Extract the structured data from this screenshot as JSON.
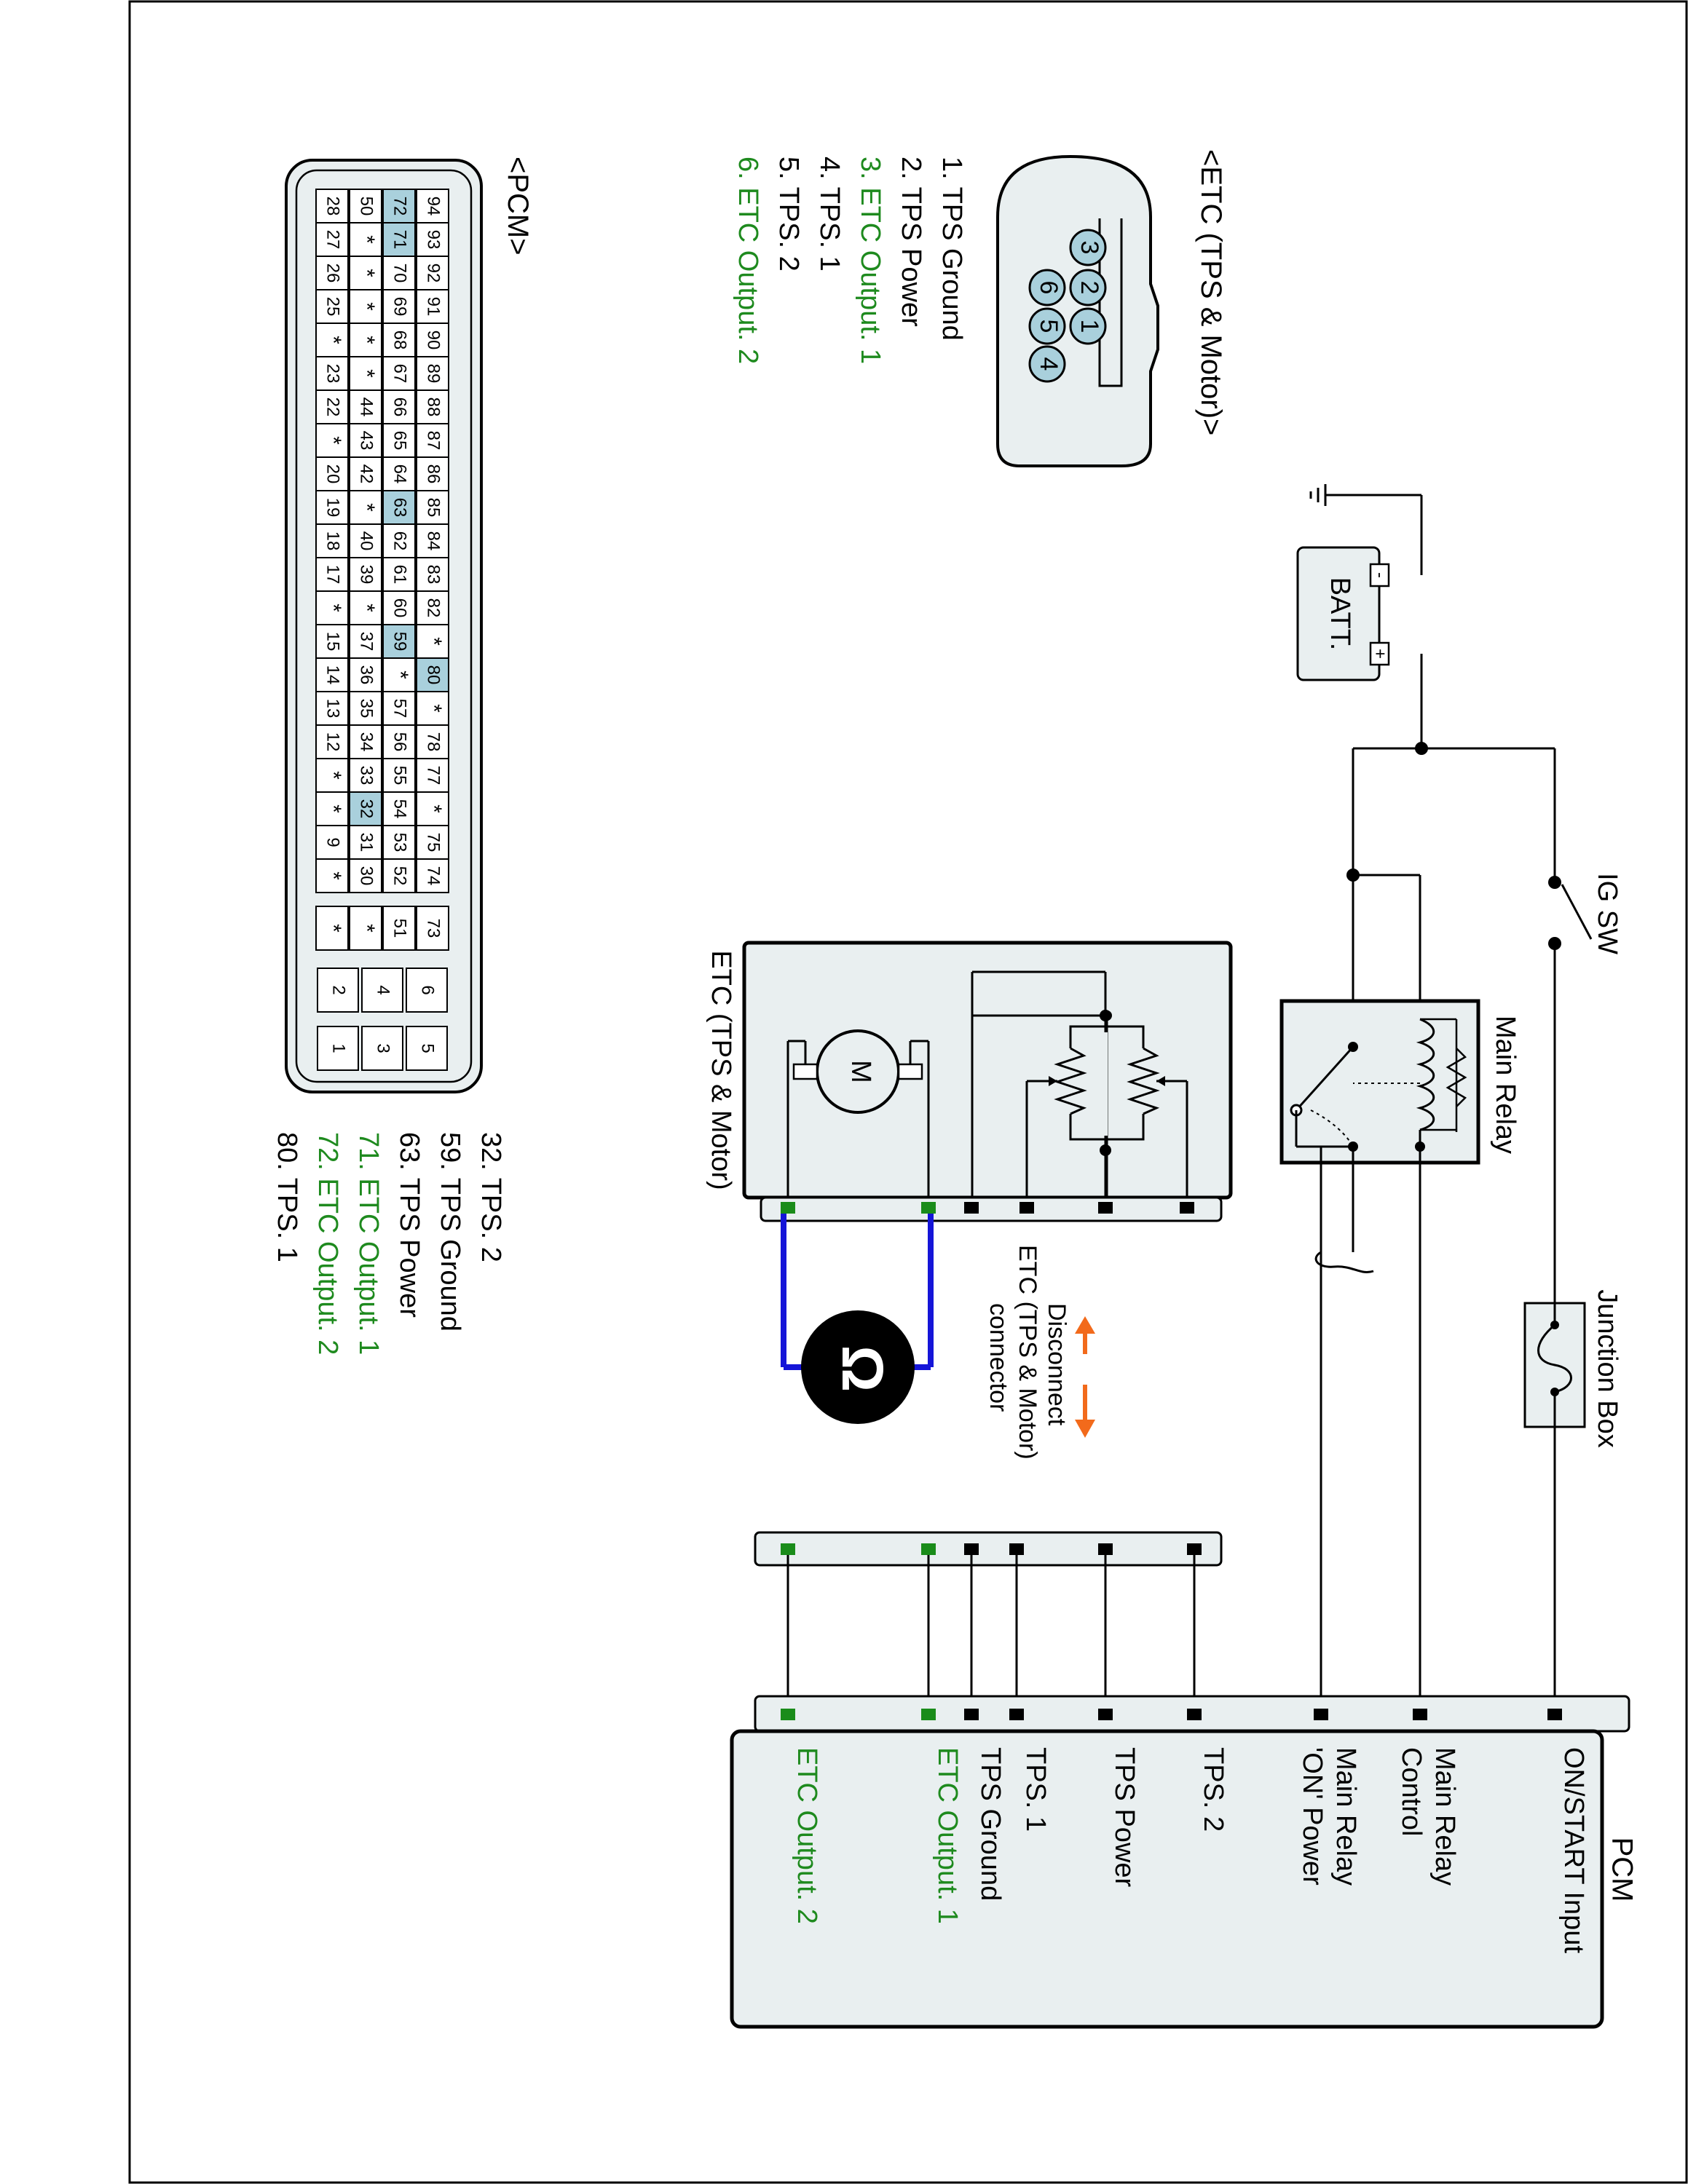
{
  "colors": {
    "wire": "#000000",
    "green": "#1e8a1e",
    "pin_green": "#1a8c1a",
    "meter_wire": "#1515d8",
    "arrow": "#f26a1b",
    "box_fill": "#e9eff0",
    "pin_highlight": "#a9d0dc"
  },
  "labels": {
    "ig_sw": "IG SW",
    "main_relay": "Main Relay",
    "junction_box": "Junction Box",
    "batt": "BATT.",
    "batt_minus": "-",
    "batt_plus": "+",
    "etc_component": "ETC (TPS & Motor)",
    "motor": "M",
    "disconnect_line1": "Disconnect",
    "disconnect_line2": "ETC (TPS & Motor)",
    "disconnect_line3": "connector",
    "ohm": "Ω",
    "pcm_title": "PCM"
  },
  "pcm_pins": [
    {
      "label": "ON/START Input",
      "color": "black"
    },
    {
      "label": "Main Relay",
      "label2": "Control",
      "color": "black"
    },
    {
      "label": "Main Relay",
      "label2": "'ON' Power",
      "color": "black"
    },
    {
      "label": "TPS. 2",
      "color": "black"
    },
    {
      "label": "TPS Power",
      "color": "black"
    },
    {
      "label": "TPS. 1",
      "color": "black"
    },
    {
      "label": "TPS Ground",
      "color": "black"
    },
    {
      "label": "ETC Output. 1",
      "color": "green"
    },
    {
      "label": "ETC Output. 2",
      "color": "green"
    }
  ],
  "etc_connector": {
    "title": "<ETC (TPS & Motor)>",
    "pins": [
      "1",
      "2",
      "3",
      "4",
      "5",
      "6"
    ],
    "legend": [
      {
        "text": "1. TPS Ground",
        "color": "black"
      },
      {
        "text": "2. TPS Power",
        "color": "black"
      },
      {
        "text": "3. ETC Output. 1",
        "color": "green"
      },
      {
        "text": "4. TPS. 1",
        "color": "black"
      },
      {
        "text": "5. TPS. 2",
        "color": "black"
      },
      {
        "text": "6. ETC Output. 2",
        "color": "green"
      }
    ]
  },
  "pcm_connector": {
    "title": "<PCM>",
    "rows": [
      [
        "94",
        "93",
        "92",
        "91",
        "90",
        "89",
        "88",
        "87",
        "86",
        "85",
        "84",
        "83",
        "82",
        "*",
        "80",
        "*",
        "78",
        "77",
        "*",
        "75",
        "74"
      ],
      [
        "72",
        "71",
        "70",
        "69",
        "68",
        "67",
        "66",
        "65",
        "64",
        "63",
        "62",
        "61",
        "60",
        "59",
        "*",
        "57",
        "56",
        "55",
        "54",
        "53",
        "52"
      ],
      [
        "50",
        "*",
        "*",
        "*",
        "*",
        "*",
        "44",
        "43",
        "42",
        "*",
        "40",
        "39",
        "*",
        "37",
        "36",
        "35",
        "34",
        "33",
        "32",
        "31",
        "30"
      ],
      [
        "28",
        "27",
        "26",
        "25",
        "*",
        "23",
        "22",
        "*",
        "20",
        "19",
        "18",
        "17",
        "*",
        "15",
        "14",
        "13",
        "12",
        "*",
        "*",
        "9",
        "*"
      ]
    ],
    "side_column": [
      "73",
      "51",
      "*",
      "*"
    ],
    "power_pins": [
      [
        "6",
        "5"
      ],
      [
        "4",
        "3"
      ],
      [
        "2",
        "1"
      ]
    ],
    "highlighted": [
      "72",
      "71",
      "63",
      "59",
      "80",
      "32"
    ],
    "legend": [
      {
        "text": "32. TPS. 2",
        "color": "black"
      },
      {
        "text": "59. TPS Ground",
        "color": "black"
      },
      {
        "text": "63. TPS Power",
        "color": "black"
      },
      {
        "text": "71. ETC Output. 1",
        "color": "green"
      },
      {
        "text": "72. ETC Output. 2",
        "color": "green"
      },
      {
        "text": "80. TPS. 1",
        "color": "black"
      }
    ]
  }
}
